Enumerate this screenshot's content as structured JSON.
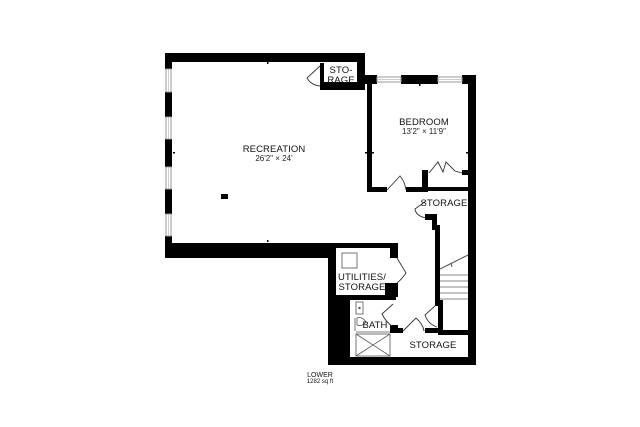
{
  "floor": {
    "name": "LOWER",
    "area": "1282 sq ft"
  },
  "rooms": {
    "recreation": {
      "name": "RECREATION",
      "dims": "26'2\" × 24'"
    },
    "storage_top": {
      "name_line1": "STO-",
      "name_line2": "RAGE"
    },
    "bedroom": {
      "name": "BEDROOM",
      "dims": "13'2\" × 11'9\""
    },
    "storage_mid": {
      "name": "STORAGE"
    },
    "utilities": {
      "name_line1": "UTILITIES/",
      "name_line2": "STORAGE"
    },
    "bath": {
      "name": "BATH"
    },
    "storage_bottom": {
      "name": "STORAGE"
    }
  },
  "colors": {
    "wall": "#000000",
    "window": "#9a9a9a",
    "background": "#ffffff",
    "fixture": "#555555"
  }
}
